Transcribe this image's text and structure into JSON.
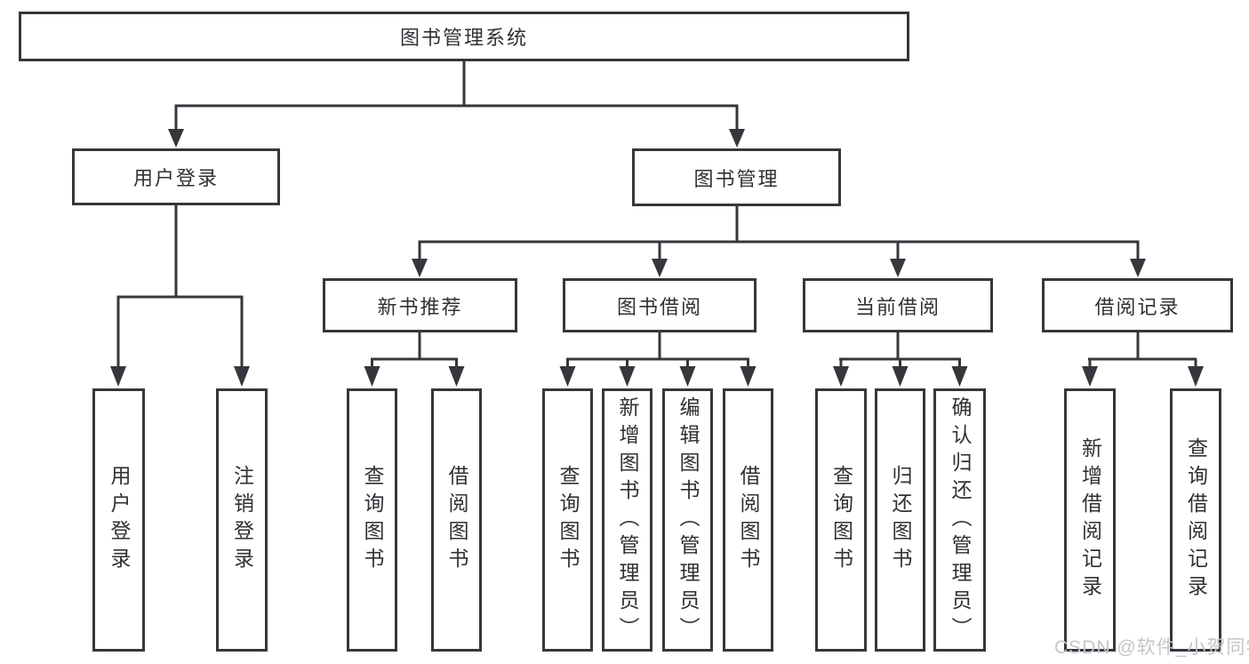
{
  "diagram": {
    "type": "function-tree",
    "root": {
      "label": "图书管理系统",
      "children": [
        {
          "label": "用户登录",
          "children": [
            {
              "label": "用户登录"
            },
            {
              "label": "注销登录"
            }
          ]
        },
        {
          "label": "图书管理",
          "children": [
            {
              "label": "新书推荐",
              "children": [
                {
                  "label": "查询图书"
                },
                {
                  "label": "借阅图书"
                }
              ]
            },
            {
              "label": "图书借阅",
              "children": [
                {
                  "label": "查询图书"
                },
                {
                  "label": "新增图书（管理员）"
                },
                {
                  "label": "编辑图书（管理员）"
                },
                {
                  "label": "借阅图书"
                }
              ]
            },
            {
              "label": "当前借阅",
              "children": [
                {
                  "label": "查询图书"
                },
                {
                  "label": "归还图书"
                },
                {
                  "label": "确认归还（管理员）"
                }
              ]
            },
            {
              "label": "借阅记录",
              "children": [
                {
                  "label": "新增借阅记录"
                },
                {
                  "label": "查询借阅记录"
                }
              ]
            }
          ]
        }
      ]
    }
  },
  "watermark": {
    "text": "CSDN @软件_小贺同学"
  },
  "colors": {
    "line": "#35373c",
    "text": "#2f3136",
    "background": "#ffffff",
    "watermark": "#c3c6ca"
  }
}
